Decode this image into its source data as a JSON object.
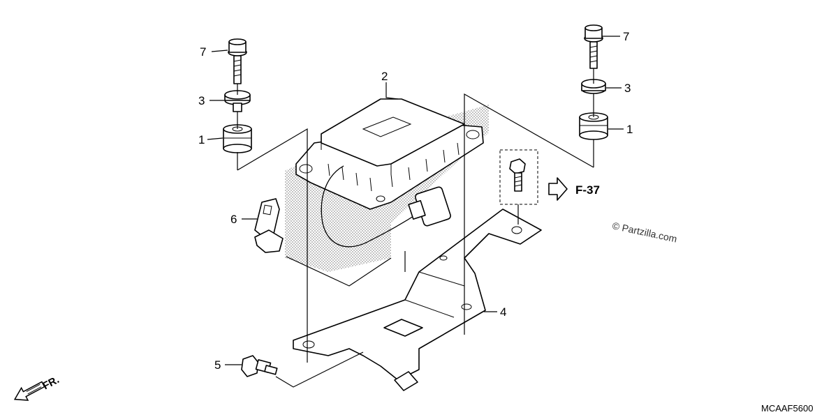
{
  "callouts": {
    "c7_left": "7",
    "c3_left": "3",
    "c1_left": "1",
    "c2": "2",
    "c6": "6",
    "c5": "5",
    "c4": "4",
    "c7_right": "7",
    "c3_right": "3",
    "c1_right": "1"
  },
  "reference": "F-37",
  "front_label": "FR.",
  "watermark": "© Partzilla.com",
  "diagram_code": "MCAAF5600"
}
